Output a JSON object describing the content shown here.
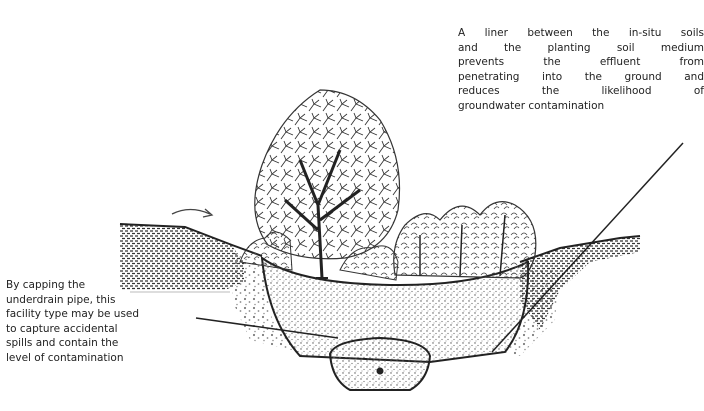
{
  "annotations": {
    "liner": {
      "lines": [
        "A liner between the in-situ soils",
        "and the planting soil medium",
        "prevents the effluent from",
        "penetrating into the ground and",
        "reduces the likelihood of",
        "groundwater contamination"
      ]
    },
    "capping": {
      "lines": [
        "By capping the",
        "underdrain pipe, this",
        "facility type may be used",
        "to capture accidental",
        "spills and contain the",
        "level of contamination"
      ]
    }
  },
  "colors": {
    "ink": "#222222",
    "soil": "#ffffff",
    "stipple": "#555555",
    "hatch": "#333333"
  }
}
